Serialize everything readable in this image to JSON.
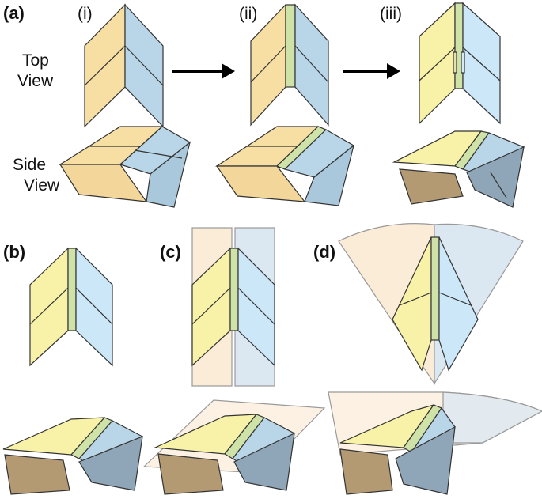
{
  "panels": {
    "a": "(a)",
    "b": "(b)",
    "c": "(c)",
    "d": "(d)"
  },
  "steps": {
    "i": "(i)",
    "ii": "(ii)",
    "iii": "(iii)"
  },
  "views": {
    "top_line1": "Top",
    "top_line2": "View",
    "side_line1": "Side",
    "side_line2": "View"
  },
  "colors": {
    "left_face": "#f7dfa4",
    "right_face": "#b9d6e8",
    "left_face_light": "#f8f2a8",
    "right_face_light": "#cbe7f8",
    "hinge": "#cfe3a8",
    "bottom_face": "#b49a72",
    "side_shadow": "#8ea6b8",
    "extension_left": "#fbecd8",
    "extension_right": "#dbe8f2",
    "outline": "#333333",
    "arrow": "#000000"
  }
}
